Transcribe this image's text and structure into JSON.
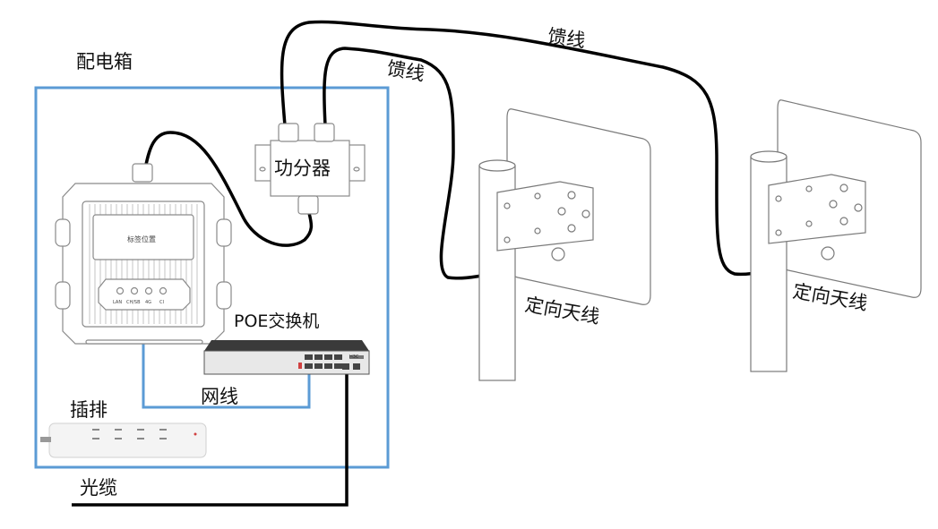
{
  "diagram": {
    "title": "Directional antenna networking diagram",
    "labels": {
      "distribution_box": "配电箱",
      "power_splitter": "功分器",
      "poe_switch": "POE交换机",
      "network_cable": "网线",
      "power_strip": "插排",
      "optical_cable": "光缆",
      "feeder_1": "馈线",
      "feeder_2": "馈线",
      "antenna_1": "定向天线",
      "antenna_2": "定向天线"
    },
    "device_text": {
      "label_area": "标签位置",
      "indicators": [
        "LAN",
        "CH/SB",
        "4G",
        "CI"
      ],
      "switch_brand": "H3C"
    },
    "connections": [
      {
        "from": "主机",
        "to": "功分器",
        "type": "馈线"
      },
      {
        "from": "功分器",
        "to": "定向天线 1",
        "type": "馈线"
      },
      {
        "from": "功分器",
        "to": "定向天线 2",
        "type": "馈线"
      },
      {
        "from": "主机",
        "to": "POE交换机",
        "type": "网线"
      },
      {
        "from": "POE交换机",
        "to": "外部",
        "type": "光缆"
      }
    ],
    "colors": {
      "box_border": "#5b9bd5",
      "network_cable": "#5b9bd5",
      "feeder": "#000000",
      "optical_cable": "#000000",
      "device_outline": "#808080",
      "switch_body": "#3a3a3a",
      "power_strip": "#f2f2f2"
    }
  }
}
